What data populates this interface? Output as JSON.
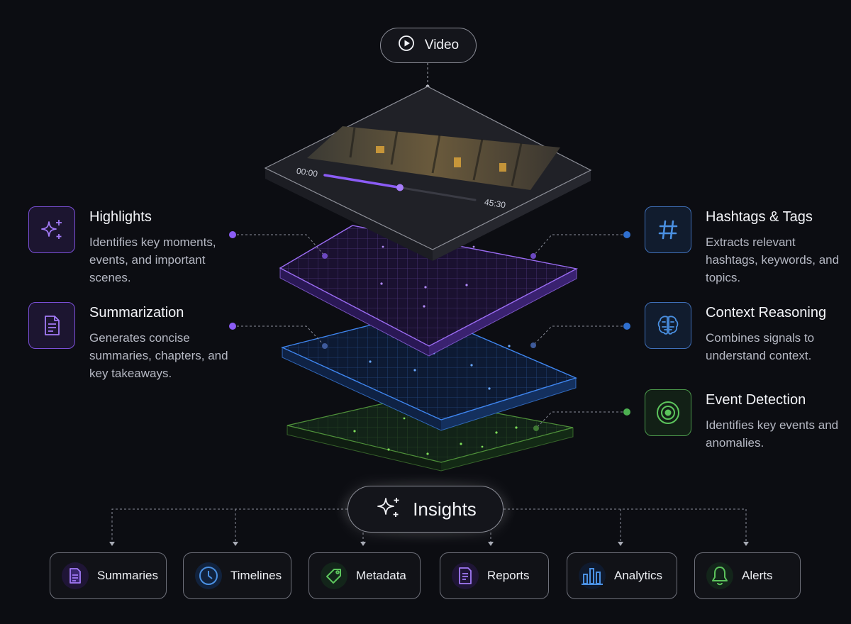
{
  "source": {
    "label": "Video",
    "icon": "play-circle-icon"
  },
  "player": {
    "time_start": "00:00",
    "time_end": "45:30",
    "progress": 0.5
  },
  "features_left": [
    {
      "title": "Highlights",
      "description": "Identifies key moments, events, and important scenes.",
      "icon": "sparkles-icon",
      "color": "#8b5cf6"
    },
    {
      "title": "Summarization",
      "description": "Generates concise summaries, chapters, and key takeaways.",
      "icon": "document-icon",
      "color": "#8b5cf6"
    }
  ],
  "features_right": [
    {
      "title": "Hashtags & Tags",
      "description": "Extracts relevant hashtags, keywords, and topics.",
      "icon": "hashtag-icon",
      "color": "#4a90e2"
    },
    {
      "title": "Context Reasoning",
      "description": "Combines signals to understand context.",
      "icon": "brain-icon",
      "color": "#4a90e2"
    },
    {
      "title": "Event Detection",
      "description": "Identifies key events and anomalies.",
      "icon": "target-icon",
      "color": "#4caf50"
    }
  ],
  "hub": {
    "label": "Insights",
    "icon": "sparkles-icon"
  },
  "outputs": [
    {
      "label": "Summaries",
      "icon": "document-icon",
      "color": "#8b5cf6"
    },
    {
      "label": "Timelines",
      "icon": "clock-icon",
      "color": "#4a90e2"
    },
    {
      "label": "Metadata",
      "icon": "tag-icon",
      "color": "#4caf50"
    },
    {
      "label": "Reports",
      "icon": "report-icon",
      "color": "#8b5cf6"
    },
    {
      "label": "Analytics",
      "icon": "bar-chart-icon",
      "color": "#4a90e2"
    },
    {
      "label": "Alerts",
      "icon": "bell-icon",
      "color": "#4caf50"
    }
  ],
  "colors": {
    "background": "#0c0d12",
    "purple": "#8b5cf6",
    "blue": "#3b82f6",
    "green": "#4caf50"
  }
}
